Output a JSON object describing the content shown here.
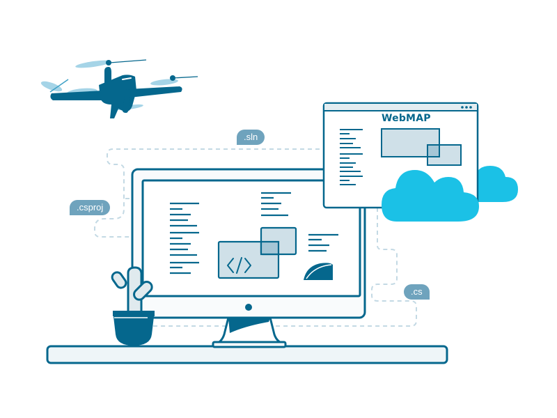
{
  "illustration": {
    "description": "Flat illustration: desktop monitor showing code, drone, WebMAP browser window, clouds, cactus plant, file-type tags",
    "colors": {
      "primary": "#05678d",
      "light_fill": "#cfe0e8",
      "overlap_fill": "#a5c6d6",
      "cloud": "#1bc1e6",
      "tag_bg": "#6fa3bd",
      "dashed_line": "#c3d9e4",
      "desk": "#eef5f8"
    },
    "tags": [
      {
        "label": ".sln"
      },
      {
        "label": ".csproj"
      },
      {
        "label": ".cs"
      }
    ],
    "browser_window": {
      "title": "WebMAP",
      "menu_icon": "three-dots-icon"
    },
    "monitor": {
      "code_icon": "</>",
      "logo_icon": "partial-globe-icon"
    }
  }
}
